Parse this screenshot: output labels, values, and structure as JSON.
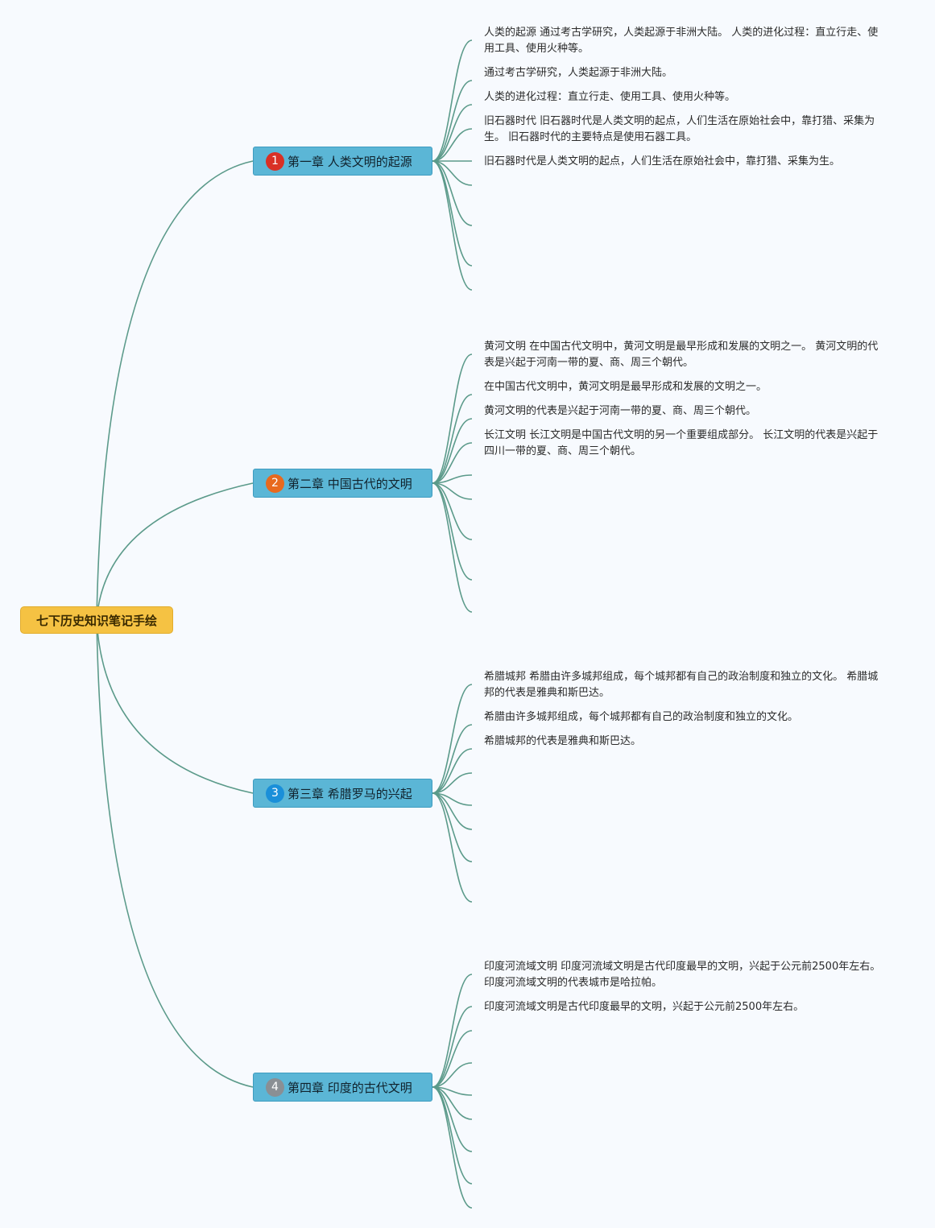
{
  "root": {
    "label": "七下历史知识笔记手绘"
  },
  "colors": {
    "line": "#5b9a8a",
    "badges": [
      "#d93025",
      "#e8691e",
      "#1a8fd9",
      "#8a8f94"
    ]
  },
  "chapters": [
    {
      "number": "1",
      "title": "第一章 人类文明的起源",
      "notes": [
        "人类的起源 通过考古学研究，人类起源于非洲大陆。 人类的进化过程：直立行走、使用工具、使用火种等。",
        "通过考古学研究，人类起源于非洲大陆。",
        "人类的进化过程：直立行走、使用工具、使用火种等。",
        "旧石器时代 旧石器时代是人类文明的起点，人们生活在原始社会中，靠打猎、采集为生。 旧石器时代的主要特点是使用石器工具。",
        "旧石器时代是人类文明的起点，人们生活在原始社会中，靠打猎、采集为生。"
      ]
    },
    {
      "number": "2",
      "title": "第二章 中国古代的文明",
      "notes": [
        "黄河文明 在中国古代文明中，黄河文明是最早形成和发展的文明之一。 黄河文明的代表是兴起于河南一带的夏、商、周三个朝代。",
        "在中国古代文明中，黄河文明是最早形成和发展的文明之一。",
        "黄河文明的代表是兴起于河南一带的夏、商、周三个朝代。",
        "长江文明 长江文明是中国古代文明的另一个重要组成部分。 长江文明的代表是兴起于四川一带的夏、商、周三个朝代。"
      ]
    },
    {
      "number": "3",
      "title": "第三章 希腊罗马的兴起",
      "notes": [
        "希腊城邦 希腊由许多城邦组成，每个城邦都有自己的政治制度和独立的文化。 希腊城邦的代表是雅典和斯巴达。",
        "希腊由许多城邦组成，每个城邦都有自己的政治制度和独立的文化。",
        "希腊城邦的代表是雅典和斯巴达。"
      ]
    },
    {
      "number": "4",
      "title": "第四章 印度的古代文明",
      "notes": [
        "印度河流域文明 印度河流域文明是古代印度最早的文明，兴起于公元前2500年左右。 印度河流域文明的代表城市是哈拉帕。",
        "印度河流域文明是古代印度最早的文明，兴起于公元前2500年左右。"
      ]
    }
  ]
}
